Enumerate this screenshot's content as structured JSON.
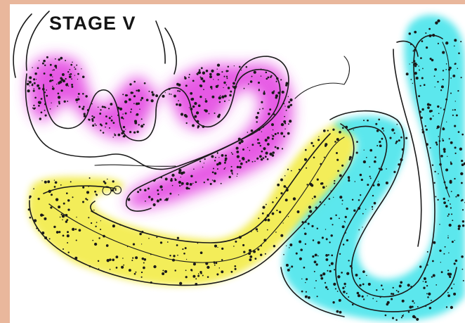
{
  "title": "STAGE V",
  "colors": {
    "background_edge": "#e9b79c",
    "panel": "#ffffff",
    "magenta_region": "#e23ce0",
    "yellow_region": "#f2ea3c",
    "cyan_region": "#3fe3ea",
    "outline": "#1a1a1a"
  },
  "regions": [
    {
      "name": "magenta-region",
      "color": "#e23ce0"
    },
    {
      "name": "yellow-region",
      "color": "#f2ea3c"
    },
    {
      "name": "cyan-region",
      "color": "#3fe3ea"
    }
  ]
}
